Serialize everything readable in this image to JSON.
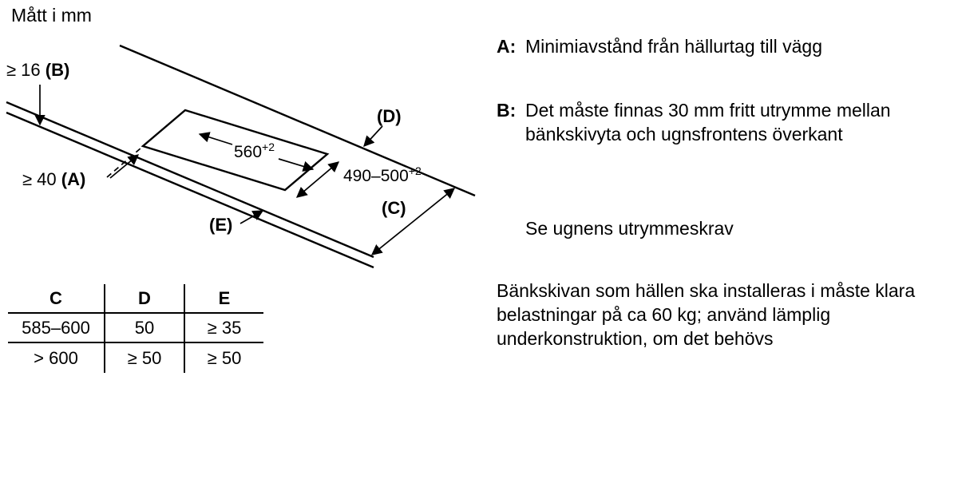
{
  "title": "Mått i mm",
  "diagram": {
    "dim_b": {
      "value": "≥ 16 ",
      "ref": "(B)"
    },
    "dim_a": {
      "value": "≥ 40 ",
      "ref": "(A)"
    },
    "label_d": {
      "ref": "(D)"
    },
    "label_c": {
      "ref": "(C)"
    },
    "label_e": {
      "ref": "(E)"
    },
    "dim_width": {
      "value": "560",
      "sup": "+2"
    },
    "dim_depth": {
      "value": "490–500",
      "sup": "+2"
    }
  },
  "table": {
    "headers": [
      "C",
      "D",
      "E"
    ],
    "rows": [
      [
        "585–600",
        "50",
        "≥ 35"
      ],
      [
        "> 600",
        "≥ 50",
        "≥ 50"
      ]
    ]
  },
  "notes": {
    "a_label": "A:",
    "a_text": "Minimiavstånd från hällurtag till vägg",
    "b_label": "B:",
    "b_text": "Det måste finnas 30 mm fritt utrymme mellan bänkskivyta och ugnsfrontens överkant",
    "see_note": "Se ugnens utrymmeskrav",
    "paragraph": "Bänkskivan som hällen ska installeras i måste klara belastningar på ca 60 kg; använd lämplig underkonstruktion, om det behövs"
  },
  "colors": {
    "line": "#000000",
    "text": "#000000",
    "background": "#ffffff"
  }
}
